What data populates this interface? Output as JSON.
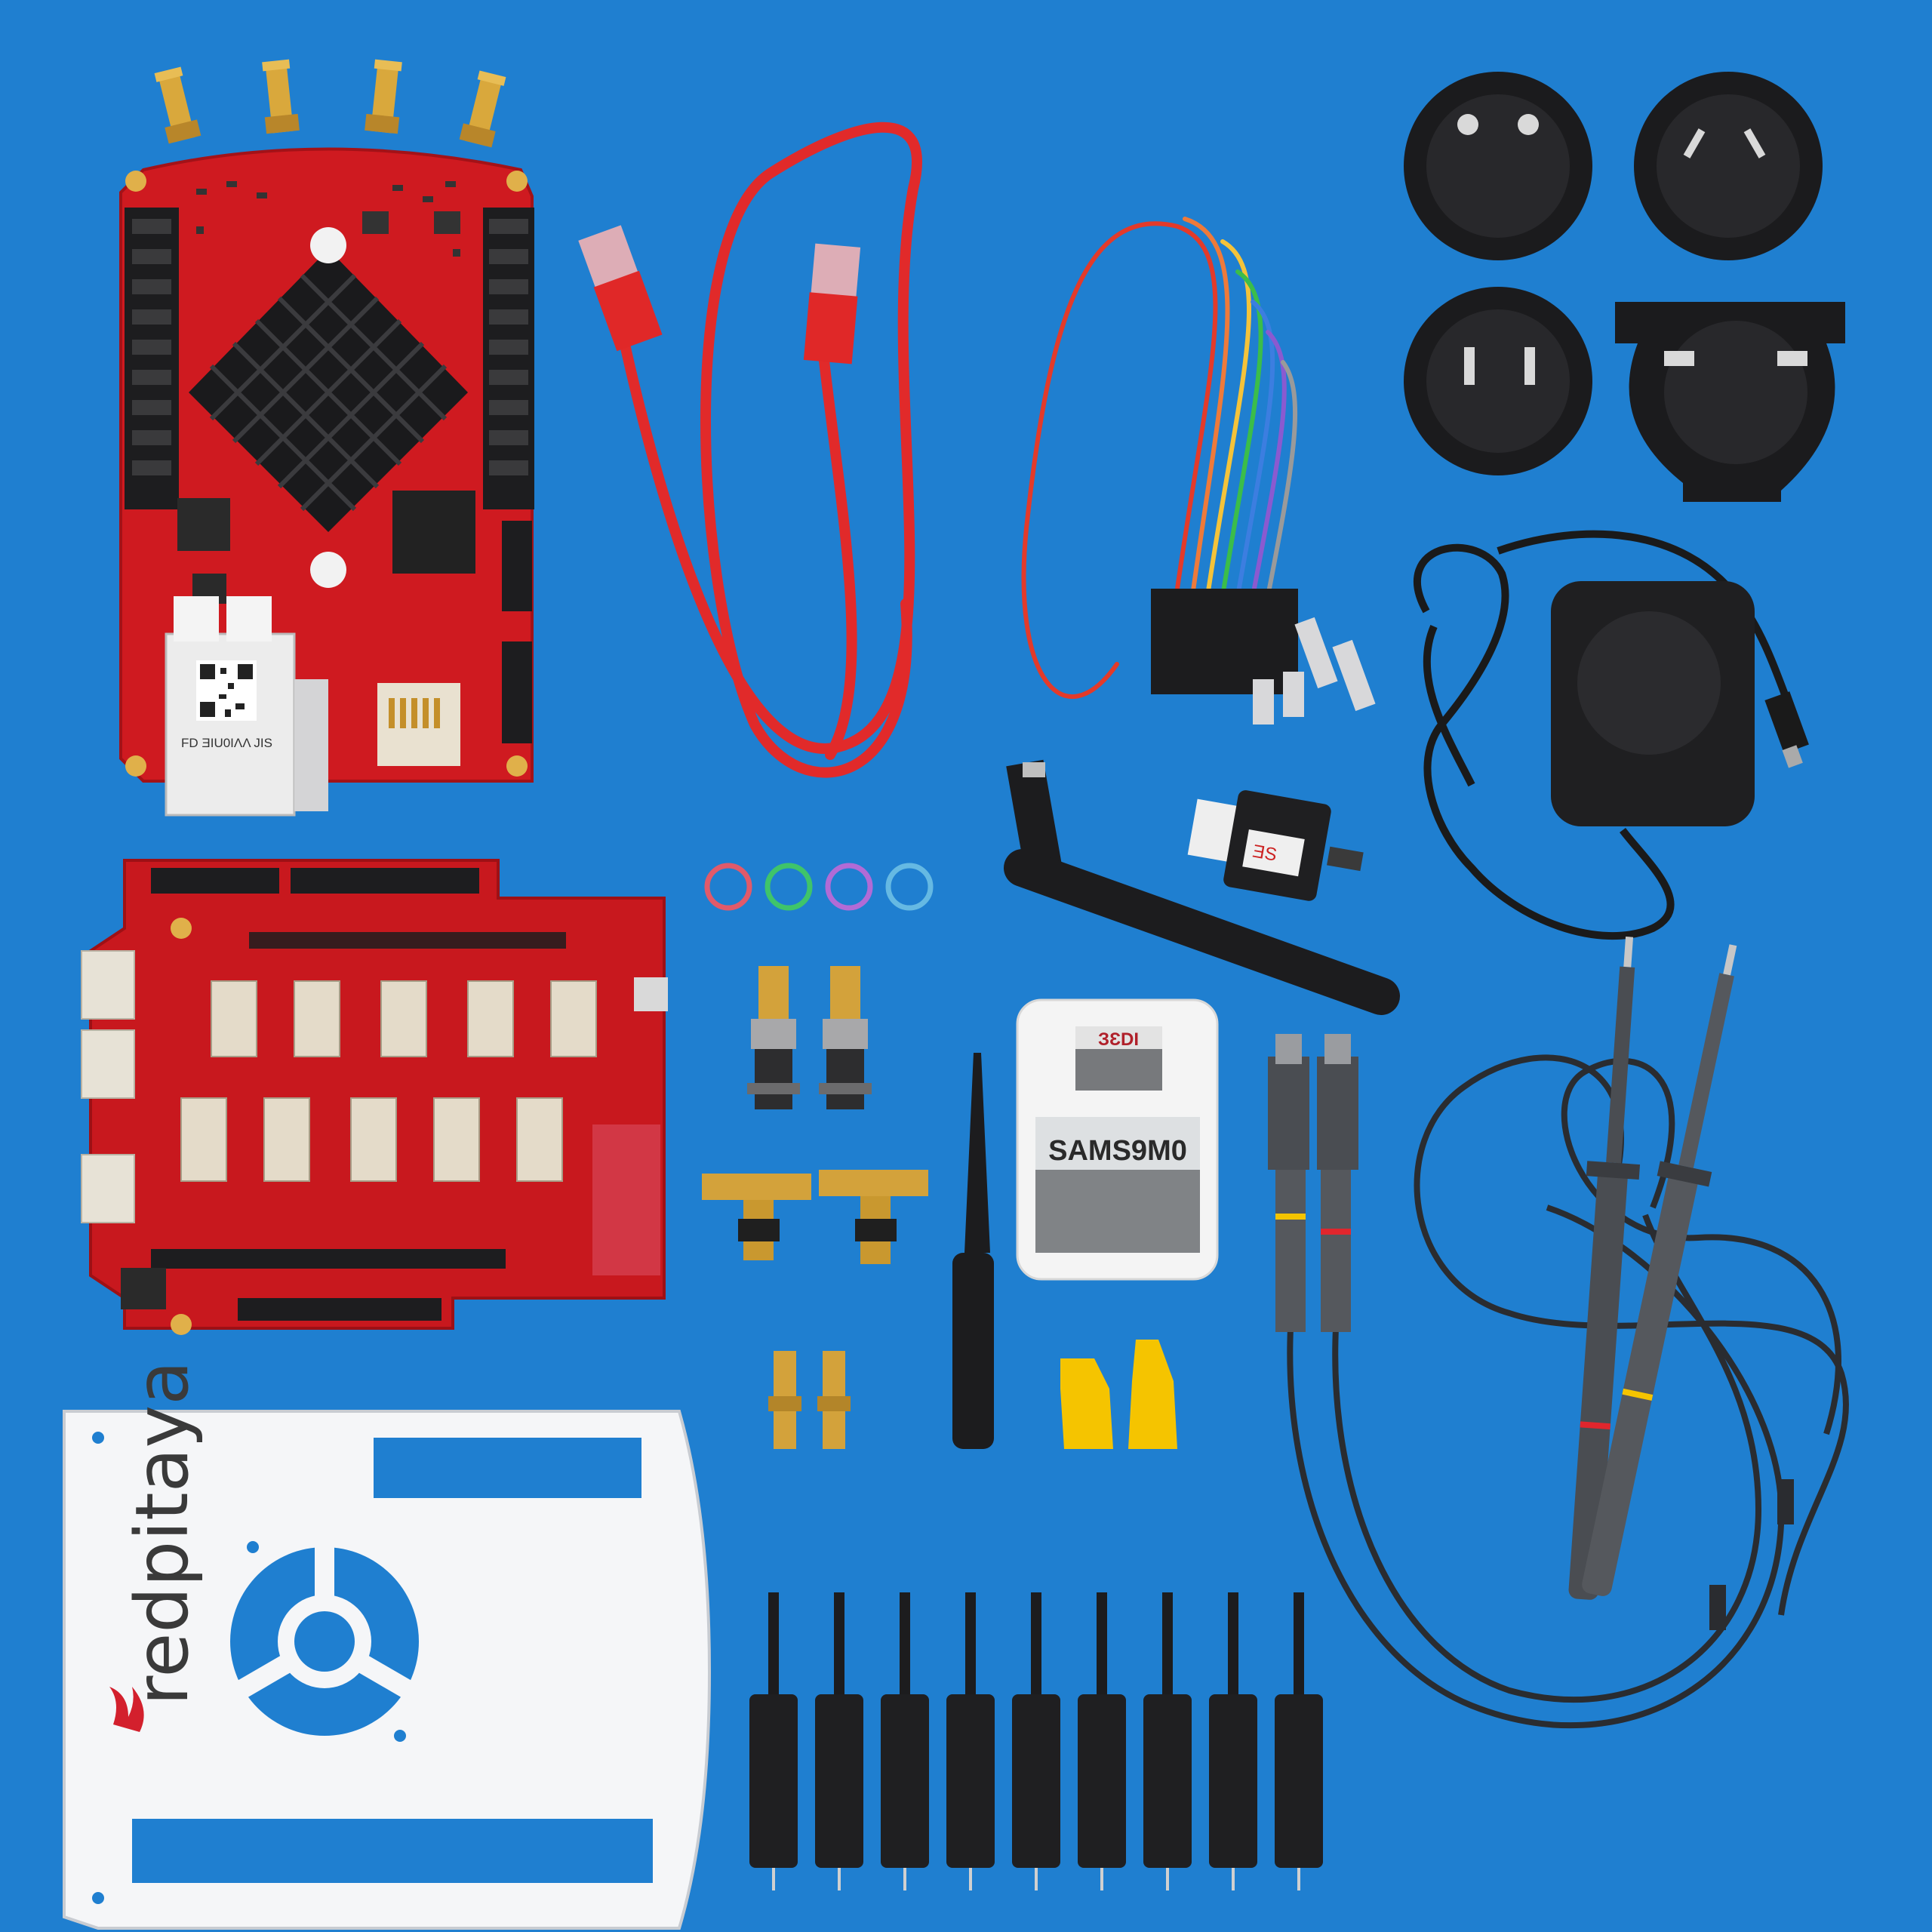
{
  "scene": {
    "background": "#1f7fd0",
    "board_red": "#d11a20",
    "cable_red": "#e32a2a",
    "metal_gold": "#d2a23a",
    "plastic_black": "#1c1c1e",
    "cap_yellow": "#f5c400"
  },
  "sd_card": {
    "brand": "SAMS9M0",
    "micro_label": "ЗƐDI"
  },
  "case": {
    "brand": "redpitaya"
  },
  "board": {
    "module_label": "FD ƎIU0IΛΛ JIS"
  },
  "dongle": {
    "label": "ƎS"
  },
  "icons": [
    "board",
    "shield",
    "case",
    "ethernet-cable",
    "gpio-ribbon-cable",
    "plug-adapters",
    "power-supply",
    "wifi-antenna",
    "usb-wifi-dongle",
    "sd-card",
    "oscilloscope-probes",
    "sma-adapters",
    "test-clips",
    "rubber-rings",
    "yellow-caps"
  ]
}
